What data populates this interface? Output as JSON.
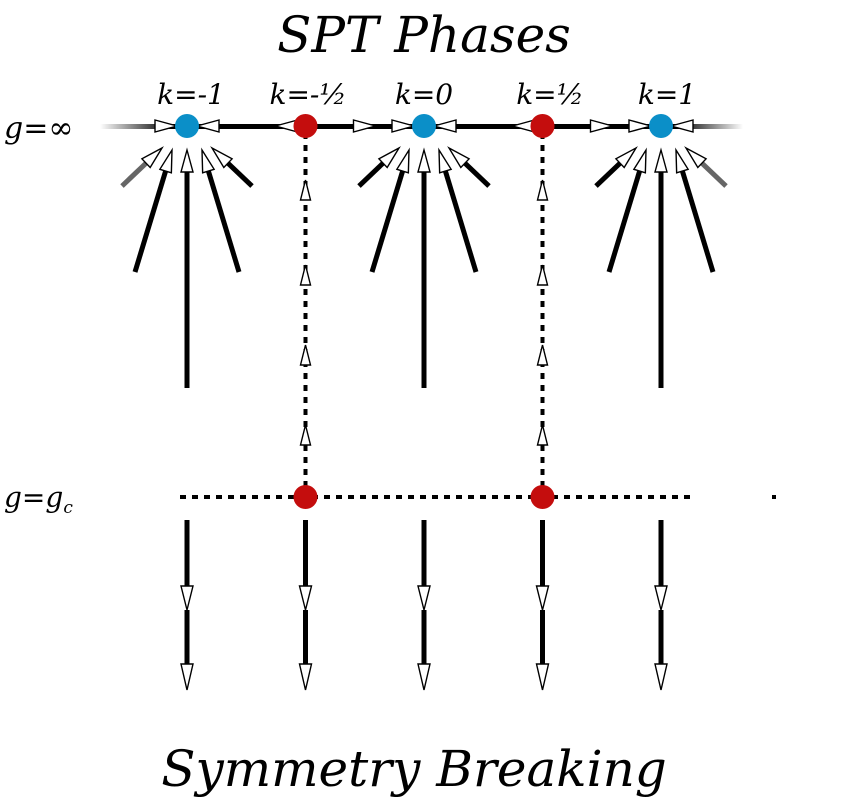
{
  "titles": {
    "top": "SPT Phases",
    "bottom": "Symmetry Breaking"
  },
  "axis_labels": {
    "g_infinity": "g=∞",
    "g_critical_prefix": "g=g",
    "g_critical_subscript": "c"
  },
  "fixed_points": [
    {
      "k": -1,
      "label": "k=-1",
      "kind": "stable",
      "color": "#0b8fc8"
    },
    {
      "k": -0.5,
      "label": "k=-½",
      "kind": "unstable",
      "color": "#c40d0d"
    },
    {
      "k": 0,
      "label": "k=0",
      "kind": "stable",
      "color": "#0b8fc8"
    },
    {
      "k": 0.5,
      "label": "k=½",
      "kind": "unstable",
      "color": "#c40d0d"
    },
    {
      "k": 1,
      "label": "k=1",
      "kind": "stable",
      "color": "#0b8fc8"
    }
  ],
  "critical_points": [
    {
      "k": -0.5,
      "color": "#c40d0d"
    },
    {
      "k": 0.5,
      "color": "#c40d0d"
    }
  ],
  "colors": {
    "line": "#000000",
    "stable_fixed_point": "#0b8fc8",
    "unstable_fixed_point": "#c40d0d"
  }
}
